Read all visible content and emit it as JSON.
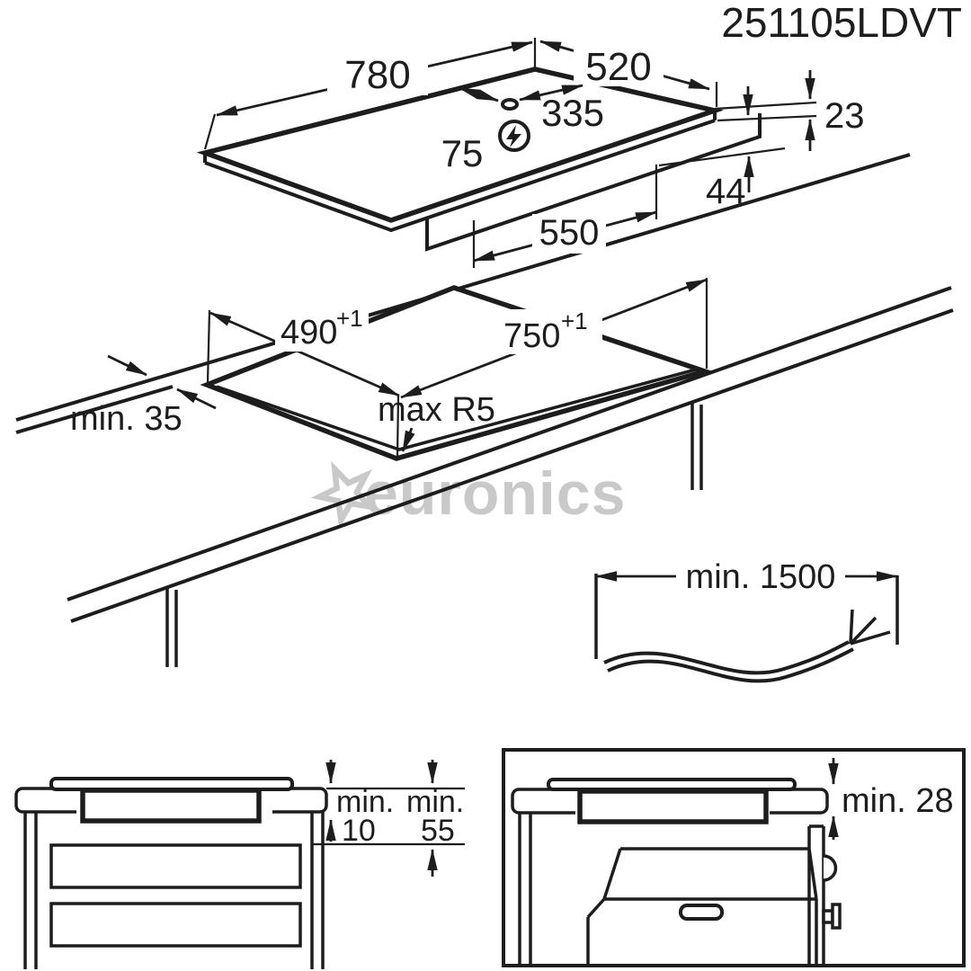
{
  "product_code": "251105LDVT",
  "hob": {
    "width": "780",
    "depth": "520",
    "connection_offset_left": "75",
    "connection_offset_right": "335",
    "top_height": "23",
    "body_height": "44",
    "body_width": "550"
  },
  "cutout": {
    "depth": "490",
    "depth_tolerance": "+1",
    "width": "750",
    "width_tolerance": "+1",
    "corner_radius": "max R5",
    "rear_edge_distance": "min. 35"
  },
  "cable": {
    "min_length": "min. 1500"
  },
  "drawer_clearance": {
    "min_label_gap": "min.",
    "gap_value": "10",
    "min_label_clearance": "min.",
    "clearance_value": "55"
  },
  "oven_clearance": {
    "gap": "min. 28"
  },
  "watermark": {
    "brand": "euronics"
  },
  "colors": {
    "ink": "#1d1d1d",
    "watermark": "#c9c9c9"
  }
}
